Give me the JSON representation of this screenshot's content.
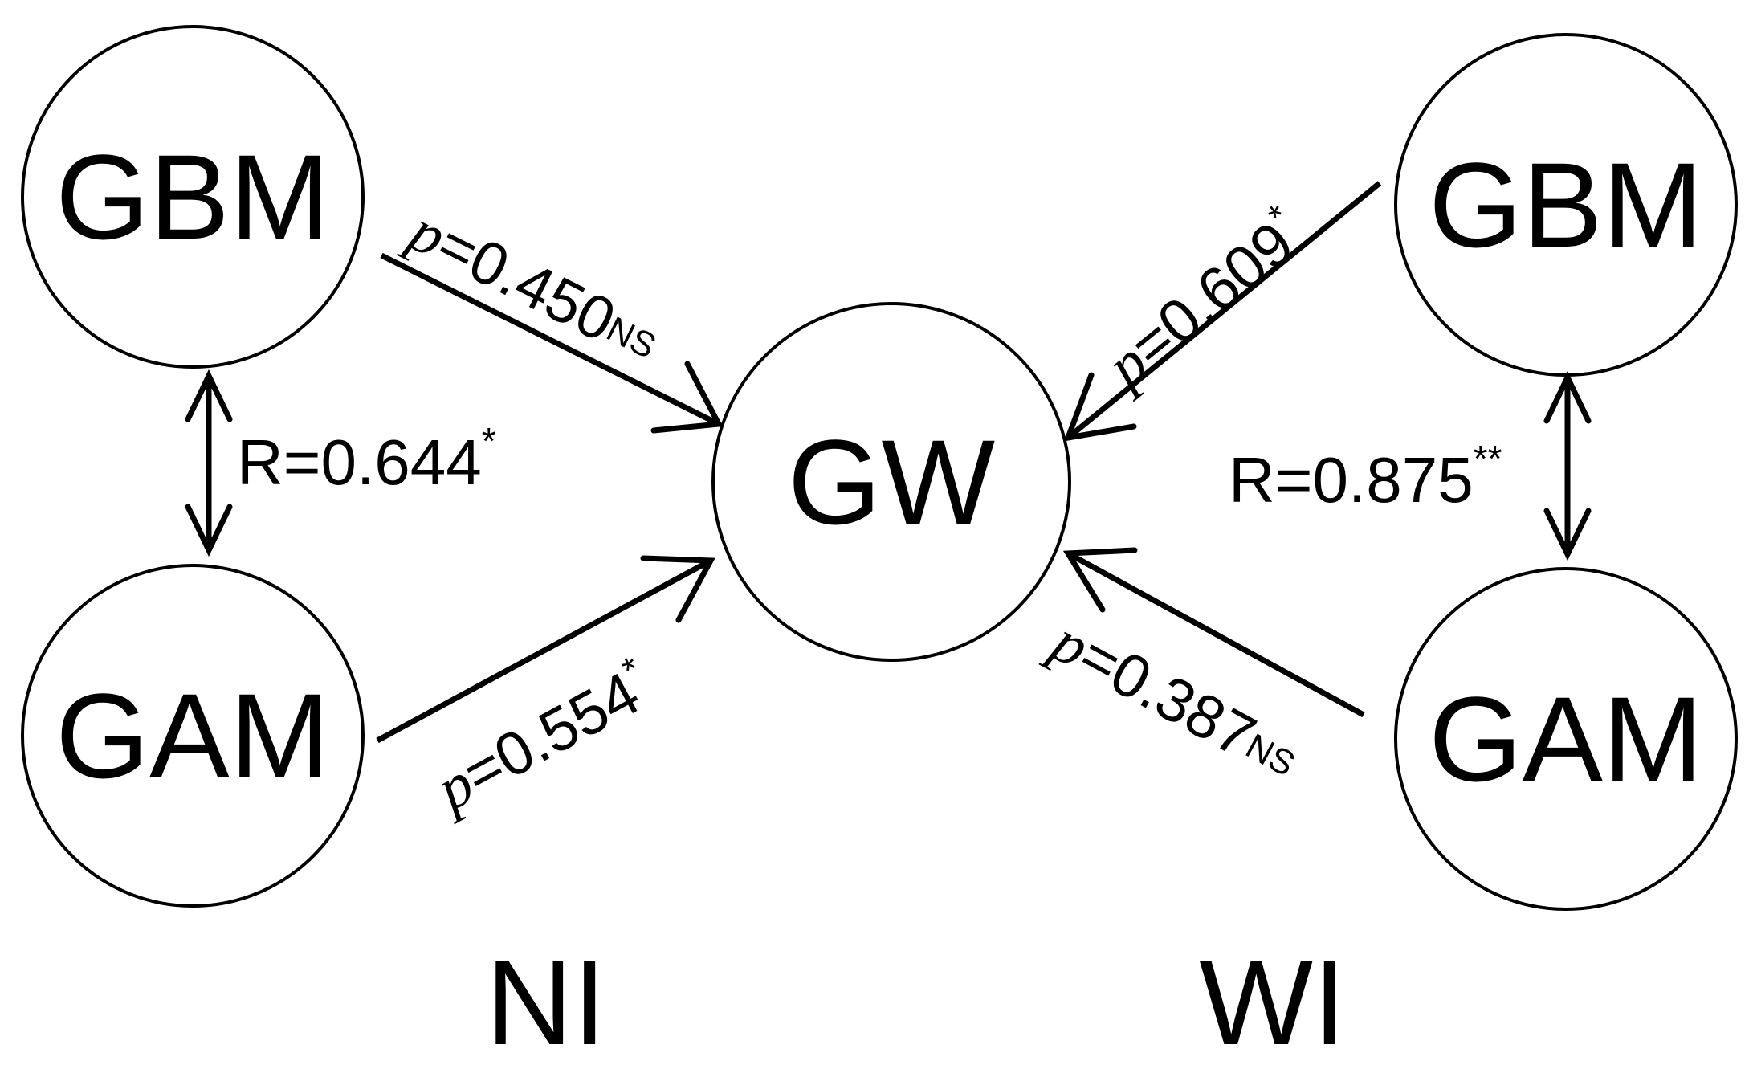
{
  "nodes": {
    "left_gbm": "GBM",
    "left_gam": "GAM",
    "center_gw": "GW",
    "right_gbm": "GBM",
    "right_gam": "GAM"
  },
  "edges": {
    "left_gbm_gw": {
      "symbol": "p",
      "value": "=0.450",
      "sig": "NS"
    },
    "left_gam_gw": {
      "symbol": "p",
      "value": "=0.554",
      "sig": "*"
    },
    "right_gbm_gw": {
      "symbol": "p",
      "value": "=0.609",
      "sig": "*"
    },
    "right_gam_gw": {
      "symbol": "p",
      "value": "=0.387",
      "sig": "NS"
    }
  },
  "correlations": {
    "left": {
      "value": "R=0.644",
      "sig": "*"
    },
    "right": {
      "value": "R=0.875",
      "sig": "**"
    }
  },
  "groups": {
    "left": "NI",
    "right": "WI"
  },
  "colors": {
    "stroke": "#000000",
    "background": "#ffffff"
  }
}
